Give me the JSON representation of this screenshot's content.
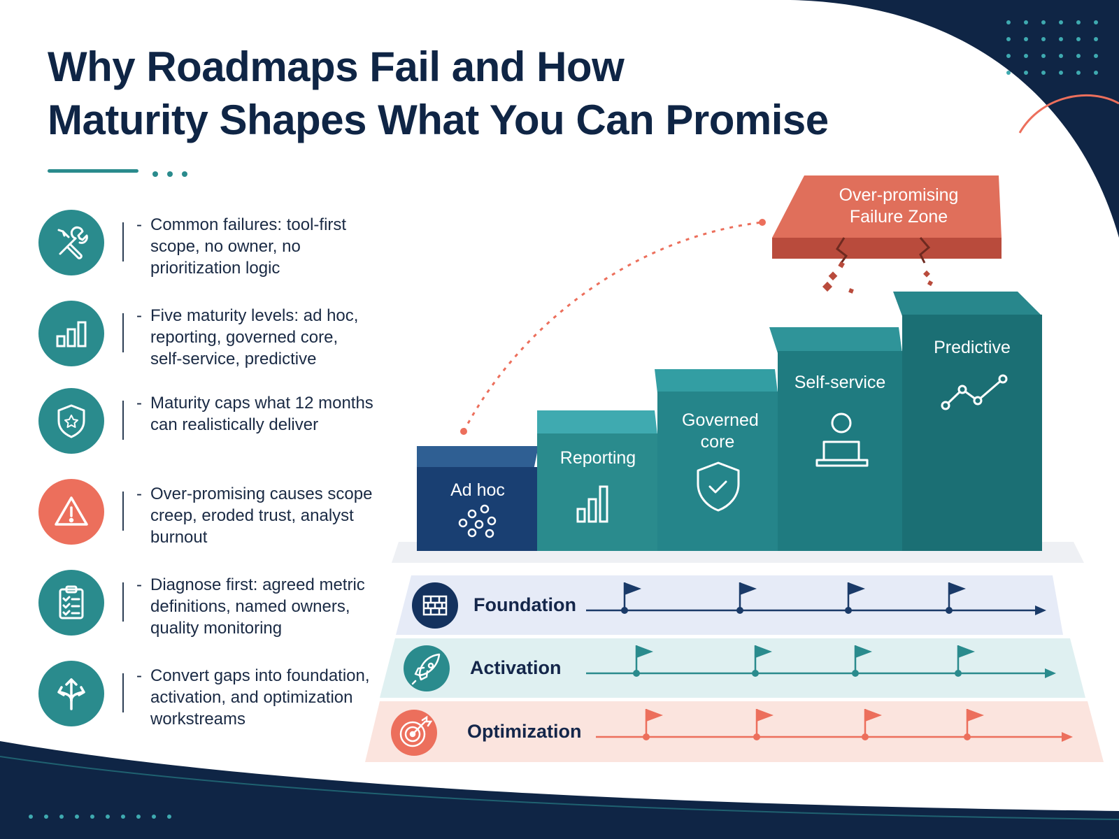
{
  "title": {
    "line1": "Why Roadmaps Fail and How",
    "line2": "Maturity Shapes What You Can Promise"
  },
  "colors": {
    "navy": "#0f2545",
    "teal": "#2a8b8d",
    "coral": "#ec6f5c",
    "lane_foundation": "#e6ebf7",
    "lane_activation": "#dff0f1",
    "lane_optimization": "#fbe4de"
  },
  "sidebar": {
    "items": [
      {
        "icon": "tools-icon",
        "color": "#2a8b8d",
        "text": "Common failures: tool-first scope, no owner, no prioritization logic"
      },
      {
        "icon": "bar-chart-icon",
        "color": "#2a8b8d",
        "text": "Five maturity levels: ad hoc, reporting, governed core, self-service, predictive"
      },
      {
        "icon": "shield-star-icon",
        "color": "#2a8b8d",
        "text": "Maturity caps what 12 months can realistically deliver"
      },
      {
        "icon": "warning-icon",
        "color": "#ec6f5c",
        "text": "Over-promising causes scope creep, eroded trust, analyst burnout"
      },
      {
        "icon": "clipboard-checklist-icon",
        "color": "#2a8b8d",
        "text": "Diagnose first: agreed metric definitions, named owners, quality monitoring"
      },
      {
        "icon": "branching-arrows-icon",
        "color": "#2a8b8d",
        "text": "Convert gaps into foundation, activation, and optimization workstreams"
      }
    ]
  },
  "maturity": {
    "levels": [
      {
        "label": "Ad hoc",
        "icon": "dots-cluster-icon"
      },
      {
        "label": "Reporting",
        "icon": "bar-chart-icon"
      },
      {
        "label": "Governed core",
        "icon": "shield-check-icon"
      },
      {
        "label": "Self-service",
        "icon": "user-laptop-icon"
      },
      {
        "label": "Predictive",
        "icon": "trend-line-icon"
      }
    ],
    "failure_zone": {
      "line1": "Over-promising",
      "line2": "Failure Zone"
    }
  },
  "workstreams": [
    {
      "label": "Foundation",
      "icon": "brick-wall-icon",
      "flags": 4
    },
    {
      "label": "Activation",
      "icon": "rocket-icon",
      "flags": 4
    },
    {
      "label": "Optimization",
      "icon": "target-icon",
      "flags": 4
    }
  ]
}
